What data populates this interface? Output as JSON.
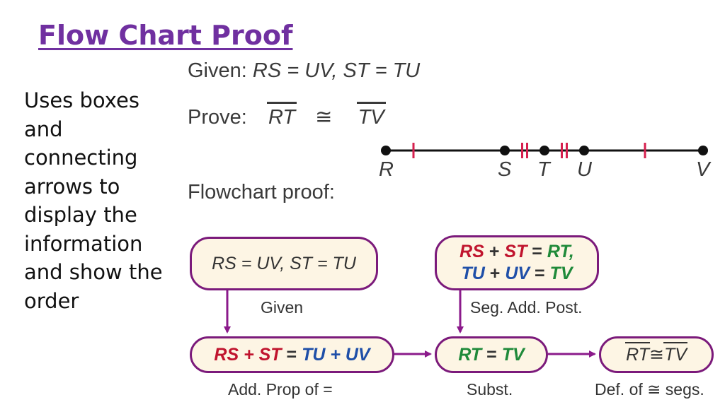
{
  "slide": {
    "title": "Flow Chart Proof",
    "description_lines": [
      "Uses boxes",
      "and",
      "connecting",
      "arrows to",
      "display the",
      "information",
      "and show the",
      "order"
    ]
  },
  "problem": {
    "given_label": "Given:",
    "given_statement": "RS = UV, ST = TU",
    "prove_label": "Prove:",
    "prove_left": "RT",
    "prove_symbol": "≅",
    "prove_right": "TV",
    "flowchart_label": "Flowchart proof:"
  },
  "segment": {
    "points": [
      {
        "label": "R",
        "pos": 0
      },
      {
        "label": "S",
        "pos": 3
      },
      {
        "label": "T",
        "pos": 4
      },
      {
        "label": "U",
        "pos": 5
      },
      {
        "label": "V",
        "pos": 8
      }
    ],
    "tick_color": "#d6204e"
  },
  "proof": {
    "box1": {
      "text": "RS = UV, ST = TU",
      "reason": "Given"
    },
    "box2": {
      "line1": {
        "a": "RS",
        "plus": " + ",
        "b": "ST",
        "eq": " = ",
        "c": "RT,"
      },
      "line2": {
        "a": "TU",
        "plus": " + ",
        "b": "UV",
        "eq": " = ",
        "c": "TV"
      },
      "reason": "Seg. Add. Post."
    },
    "box3": {
      "a": "RS + ST",
      "eq": " = ",
      "b": "TU + UV",
      "reason": "Add. Prop of ="
    },
    "box4": {
      "a": "RT",
      "eq": " = ",
      "b": "TV",
      "reason": "Subst."
    },
    "box5": {
      "a": "RT",
      "symbol": "≅",
      "b": "TV",
      "reason": "Def. of ≅ segs."
    }
  },
  "colors": {
    "title": "#7030a0",
    "arrow": "#8b1a8b",
    "box_border": "#7b1a7b",
    "box_fill": "#fdf5e4",
    "red": "#c0142e",
    "green": "#1f8a3a",
    "blue": "#1f4fa8"
  }
}
